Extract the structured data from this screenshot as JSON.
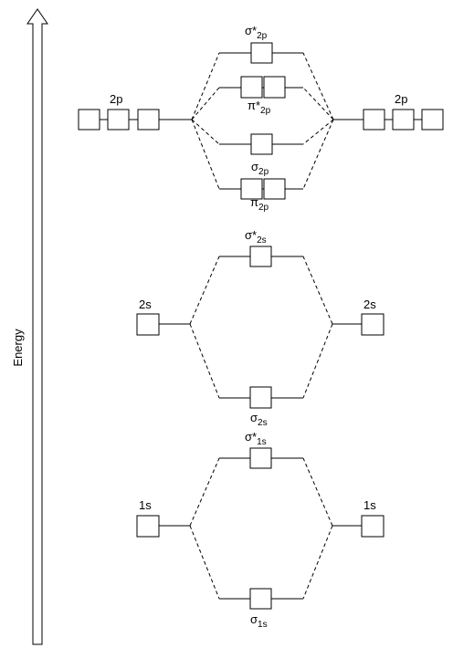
{
  "axis": {
    "label": "Energy"
  },
  "atomic": {
    "p2": {
      "label": "2p"
    },
    "s2": {
      "label": "2s"
    },
    "s1": {
      "label": "1s"
    }
  },
  "molecular": {
    "sigma_star_2p": {
      "sym": "σ*",
      "sub": "2p"
    },
    "pi_star_2p": {
      "sym": "π*",
      "sub": "2p"
    },
    "sigma_2p": {
      "sym": "σ",
      "sub": "2p"
    },
    "pi_2p": {
      "sym": "π",
      "sub": "2p"
    },
    "sigma_star_2s": {
      "sym": "σ*",
      "sub": "2s"
    },
    "sigma_2s": {
      "sym": "σ",
      "sub": "2s"
    },
    "sigma_star_1s": {
      "sym": "σ*",
      "sub": "1s"
    },
    "sigma_1s": {
      "sym": "σ",
      "sub": "1s"
    }
  }
}
